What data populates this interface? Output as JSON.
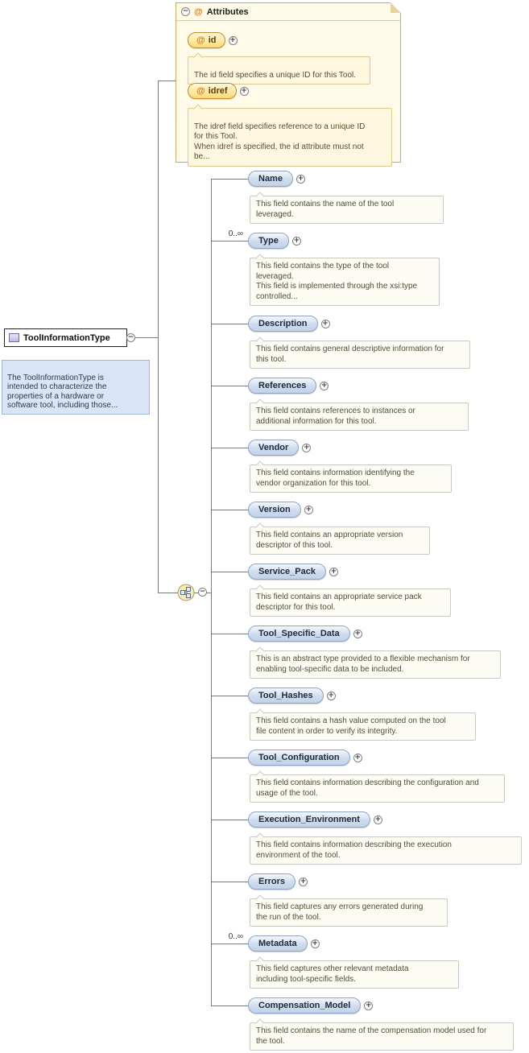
{
  "attributes_panel": {
    "title": "Attributes",
    "at": "@",
    "items": [
      {
        "at": "@",
        "name": "id",
        "description": "The id field specifies a unique ID for this Tool."
      },
      {
        "at": "@",
        "name": "idref",
        "description": "The idref field specifies reference to a unique ID\nfor this Tool.\nWhen idref is specified, the id attribute must not\nbe..."
      }
    ]
  },
  "root": {
    "name": "ToolInformationType",
    "note": "The ToolInformationType is\nintended to characterize the\nproperties of a hardware or\nsoftware tool, including those..."
  },
  "elements": [
    {
      "name": "Name",
      "cardinality": "",
      "description": "This field contains the name of the tool\nleveraged."
    },
    {
      "name": "Type",
      "cardinality": "0..∞",
      "description": "This field contains the type of the tool\nleveraged.\nThis field is implemented through the xsi:type\ncontrolled..."
    },
    {
      "name": "Description",
      "cardinality": "",
      "description": "This field contains general descriptive information for\nthis tool."
    },
    {
      "name": "References",
      "cardinality": "",
      "description": "This field contains references to instances or\nadditional information for this tool."
    },
    {
      "name": "Vendor",
      "cardinality": "",
      "description": "This field contains information identifying the\nvendor organization for this tool."
    },
    {
      "name": "Version",
      "cardinality": "",
      "description": "This field contains an appropriate version\ndescriptor of this tool."
    },
    {
      "name": "Service_Pack",
      "cardinality": "",
      "description": "This field contains an appropriate service pack\ndescriptor for this tool."
    },
    {
      "name": "Tool_Specific_Data",
      "cardinality": "",
      "description": "This is an abstract type provided to a flexible mechanism for\nenabling tool-specific data to be included."
    },
    {
      "name": "Tool_Hashes",
      "cardinality": "",
      "description": "This field contains a hash value computed on the tool\nfile content in order to verify its integrity."
    },
    {
      "name": "Tool_Configuration",
      "cardinality": "",
      "description": "This field contains information describing the configuration and\nusage of the tool."
    },
    {
      "name": "Execution_Environment",
      "cardinality": "",
      "description": "This field contains information describing the execution\nenvironment of the tool."
    },
    {
      "name": "Errors",
      "cardinality": "",
      "description": "This field captures any errors generated during\nthe run of the tool."
    },
    {
      "name": "Metadata",
      "cardinality": "0..∞",
      "description": "This field captures other relevant metadata\nincluding tool-specific fields."
    },
    {
      "name": "Compensation_Model",
      "cardinality": "",
      "description": "This field contains the name of the compensation model used for\nthe tool."
    }
  ],
  "icons": {
    "expand": "+",
    "collapse": "−"
  },
  "colors": {
    "element_pill": "#c2d2e8",
    "attribute_pill": "#ffe9a0",
    "attributes_panel_bg": "#fffbe8",
    "attributes_panel_border": "#c9aa6a",
    "note_bg": "#d9e4f6",
    "description_bg": "#fcfcf4"
  }
}
